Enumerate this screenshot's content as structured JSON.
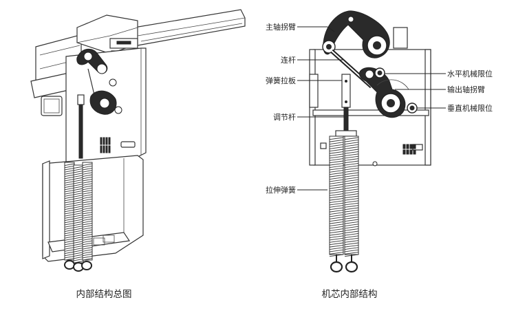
{
  "captions": {
    "left": "内部结构总图",
    "right": "机芯内部结构"
  },
  "labels_left_side": [
    "主轴拐臂",
    "连杆",
    "弹簧拉板",
    "调节杆",
    "拉伸弹簧"
  ],
  "labels_right_side": [
    "水平机械限位",
    "输出轴拐臂",
    "垂直机械限位"
  ]
}
